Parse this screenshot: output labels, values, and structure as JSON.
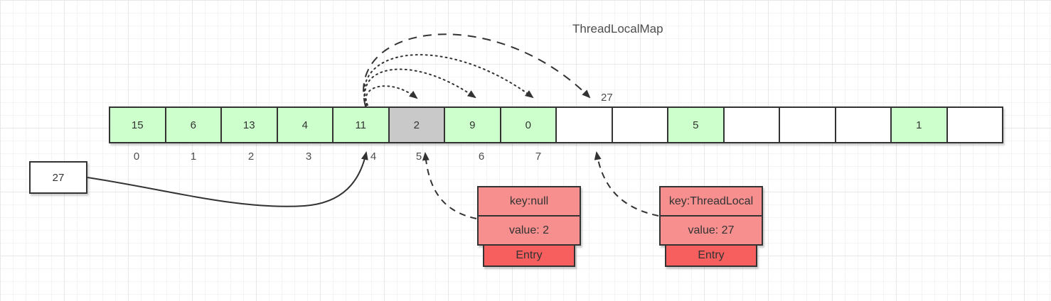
{
  "title": "ThreadLocalMap",
  "colors": {
    "cell_green": "#ccffcc",
    "cell_gray": "#c9c9c9",
    "cell_white": "#ffffff",
    "entry_light_red": "#f78f8f",
    "entry_dark_red": "#f75e5e",
    "stroke": "#333333"
  },
  "array": {
    "cells": [
      {
        "value": "15",
        "state": "green"
      },
      {
        "value": "6",
        "state": "green"
      },
      {
        "value": "13",
        "state": "green"
      },
      {
        "value": "4",
        "state": "green"
      },
      {
        "value": "11",
        "state": "green"
      },
      {
        "value": "2",
        "state": "gray"
      },
      {
        "value": "9",
        "state": "green"
      },
      {
        "value": "0",
        "state": "green"
      },
      {
        "value": "",
        "state": "white"
      },
      {
        "value": "",
        "state": "white"
      },
      {
        "value": "5",
        "state": "green"
      },
      {
        "value": "",
        "state": "white"
      },
      {
        "value": "",
        "state": "white"
      },
      {
        "value": "",
        "state": "white"
      },
      {
        "value": "1",
        "state": "green"
      },
      {
        "value": "",
        "state": "white"
      }
    ],
    "index_labels": [
      "0",
      "1",
      "2",
      "3",
      "4",
      "5",
      "6",
      "7"
    ]
  },
  "annotations": {
    "probe_target_label": "27",
    "hash_box_value": "27"
  },
  "entries": [
    {
      "key_label": "key:null",
      "value_label": "value: 2",
      "footer_label": "Entry"
    },
    {
      "key_label": "key:ThreadLocal",
      "value_label": "value: 27",
      "footer_label": "Entry"
    }
  ]
}
